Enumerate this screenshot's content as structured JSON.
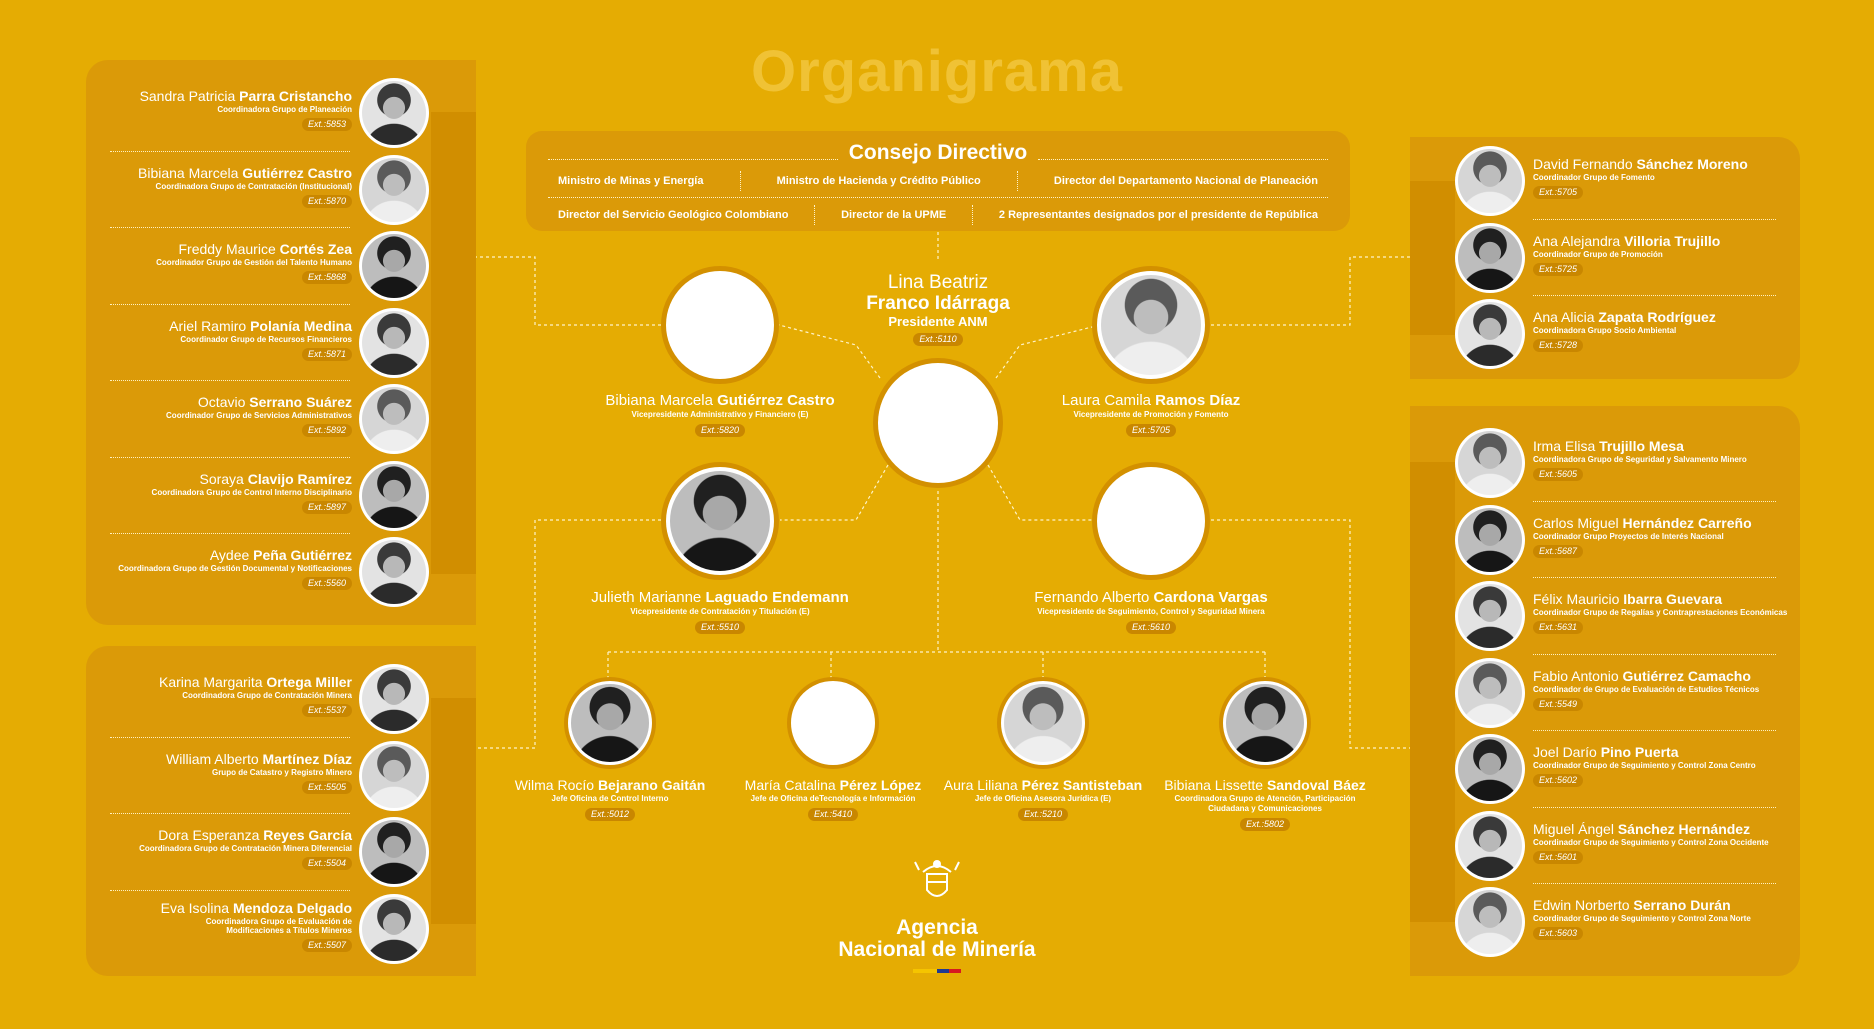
{
  "title": "Organigrama",
  "council": {
    "title": "Consejo Directivo",
    "row1": [
      "Ministro de Minas y Energía",
      "Ministro de Hacienda y Crédito Público",
      "Director del Departamento Nacional de Planeación"
    ],
    "row2": [
      "Director del Servicio Geológico Colombiano",
      "Director de la UPME",
      "2 Representantes designados por el presidente de República"
    ]
  },
  "president": {
    "first": "Lina Beatriz",
    "last": "Franco Idárraga",
    "role": "Presidente ANM",
    "ext": "Ext.:5110"
  },
  "vps": [
    {
      "first": "Bibiana Marcela",
      "last": "Gutiérrez Castro",
      "role": "Vicepresidente Administrativo y Financiero (E)",
      "ext": "Ext.:5820"
    },
    {
      "first": "Laura Camila",
      "last": "Ramos Díaz",
      "role": "Vicepresidente de Promoción y Fomento",
      "ext": "Ext.:5705"
    },
    {
      "first": "Julieth Marianne",
      "last": "Laguado Endemann",
      "role": "Vicepresidente de Contratación y Titulación (E)",
      "ext": "Ext.:5510"
    },
    {
      "first": "Fernando Alberto",
      "last": "Cardona Vargas",
      "role": "Vicepresidente de Seguimiento, Control y Seguridad Minera",
      "ext": "Ext.:5610"
    }
  ],
  "offices": [
    {
      "first": "Wilma Rocío",
      "last": "Bejarano Gaitán",
      "role": "Jefe Oficina de Control Interno",
      "role2": "",
      "ext": "Ext.:5012"
    },
    {
      "first": "María Catalina",
      "last": "Pérez López",
      "role": "Jefe de Oficina deTecnología e Información",
      "role2": "",
      "ext": "Ext.:5410"
    },
    {
      "first": "Aura Liliana",
      "last": "Pérez Santisteban",
      "role": "Jefe de Oficina  Asesora Jurídica (E)",
      "role2": "",
      "ext": "Ext.:5210"
    },
    {
      "first": "Bibiana Lissette",
      "last": "Sandoval Báez",
      "role": "Coordinadora Grupo de Atención, Participación",
      "role2": "Ciudadana y Comunicaciones",
      "ext": "Ext.:5802"
    }
  ],
  "left_top": [
    {
      "first": "Sandra Patricia",
      "last": "Parra Cristancho",
      "role": "Coordinadora Grupo de Planeación",
      "role2": "",
      "ext": "Ext.:5853"
    },
    {
      "first": "Bibiana Marcela",
      "last": "Gutiérrez Castro",
      "role": "Coordinadora Grupo de Contratación (Institucional)",
      "role2": "",
      "ext": "Ext.:5870"
    },
    {
      "first": "Freddy Maurice",
      "last": "Cortés Zea",
      "role": "Coordinador Grupo de Gestión del Talento Humano",
      "role2": "",
      "ext": "Ext.:5868"
    },
    {
      "first": "Ariel Ramiro",
      "last": "Polanía Medina",
      "role": "Coordinador Grupo de Recursos Financieros",
      "role2": "",
      "ext": "Ext.:5871"
    },
    {
      "first": "Octavio",
      "last": "Serrano Suárez",
      "role": "Coordinador Grupo de Servicios Administrativos",
      "role2": "",
      "ext": "Ext.:5892"
    },
    {
      "first": "Soraya",
      "last": "Clavijo Ramírez",
      "role": "Coordinadora Grupo de Control Interno Disciplinario",
      "role2": "",
      "ext": "Ext.:5897"
    },
    {
      "first": "Aydee",
      "last": "Peña Gutiérrez",
      "role": "Coordinadora Grupo de Gestión Documental y Notificaciones",
      "role2": "",
      "ext": "Ext.:5560"
    }
  ],
  "left_bottom": [
    {
      "first": "Karina Margarita",
      "last": "Ortega Miller",
      "role": "Coordinadora Grupo de Contratación Minera",
      "role2": "",
      "ext": "Ext.:5537"
    },
    {
      "first": "William Alberto",
      "last": "Martínez Díaz",
      "role": "Grupo de Catastro y Registro Minero",
      "role2": "",
      "ext": "Ext.:5505"
    },
    {
      "first": "Dora Esperanza",
      "last": "Reyes García",
      "role": "Coordinadora Grupo de Contratación Minera Diferencial",
      "role2": "",
      "ext": "Ext.:5504"
    },
    {
      "first": "Eva Isolina",
      "last": "Mendoza Delgado",
      "role": "Coordinadora Grupo de Evaluación de",
      "role2": "Modificaciones a Títulos Mineros",
      "ext": "Ext.:5507"
    }
  ],
  "right_top": [
    {
      "first": "David Fernando",
      "last": "Sánchez Moreno",
      "role": "Coordinador Grupo de Fomento",
      "ext": "Ext.:5705"
    },
    {
      "first": "Ana Alejandra",
      "last": "Villoria Trujillo",
      "role": "Coordinador Grupo de Promoción",
      "ext": "Ext.:5725"
    },
    {
      "first": "Ana Alicia",
      "last": "Zapata Rodríguez",
      "role": "Coordinadora Grupo Socio Ambiental",
      "ext": "Ext.:5728"
    }
  ],
  "right_bottom": [
    {
      "first": "Irma Elisa",
      "last": "Trujillo Mesa",
      "role": "Coordinadora Grupo de Seguridad y Salvamento Minero",
      "ext": "Ext.:5605"
    },
    {
      "first": "Carlos Miguel",
      "last": "Hernández Carreño",
      "role": "Coordinador Grupo Proyectos de Interés Nacional",
      "ext": "Ext.:5687"
    },
    {
      "first": "Félix Mauricio",
      "last": "Ibarra Guevara",
      "role": "Coordinador Grupo de Regalías y Contraprestaciones Económicas",
      "ext": "Ext.:5631"
    },
    {
      "first": "Fabio Antonio",
      "last": "Gutiérrez Camacho",
      "role": "Coordinador de Grupo de Evaluación de Estudios Técnicos",
      "ext": "Ext.:5549"
    },
    {
      "first": "Joel Darío",
      "last": "Pino Puerta",
      "role": "Coordinador Grupo de Seguimiento y Control Zona Centro",
      "ext": "Ext.:5602"
    },
    {
      "first": "Miguel Ángel",
      "last": "Sánchez Hernández",
      "role": "Coordinador Grupo de Seguimiento y Control Zona Occidente",
      "ext": "Ext.:5601"
    },
    {
      "first": "Edwin Norberto",
      "last": "Serrano Durán",
      "role": "Coordinador Grupo de Seguimiento y Control Zona Norte",
      "ext": "Ext.:5603"
    }
  ],
  "logo": {
    "line1": "Agencia",
    "line2": "Nacional de Minería",
    "icon": "coat-of-arms-icon"
  },
  "colors": {
    "background": "#e5ac03",
    "panel": "#db9a08",
    "pill": "#c98700",
    "flag": [
      "#f5c400",
      "#1f3a93",
      "#d71920"
    ]
  }
}
